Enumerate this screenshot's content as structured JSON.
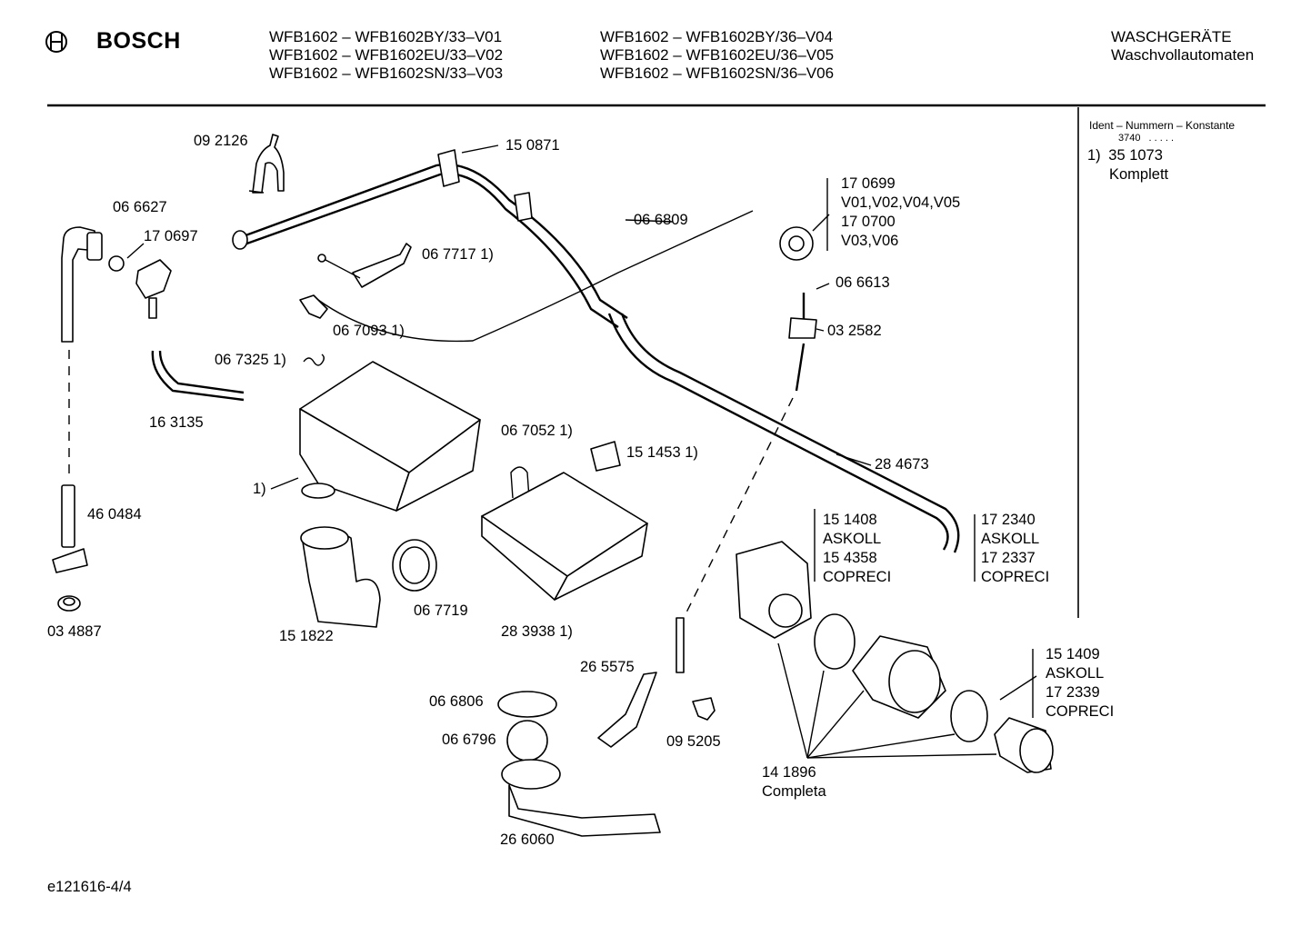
{
  "header": {
    "brand": "BOSCH",
    "models_col1": [
      "WFB1602 – WFB1602BY/33–V01",
      "WFB1602 – WFB1602EU/33–V02",
      "WFB1602 – WFB1602SN/33–V03"
    ],
    "models_col2": [
      "WFB1602 – WFB1602BY/36–V04",
      "WFB1602 – WFB1602EU/36–V05",
      "WFB1602 – WFB1602SN/36–V06"
    ],
    "category": "WASCHGERÄTE",
    "subcategory": "Waschvollautomaten"
  },
  "ident_box": {
    "title": "Ident – Nummern – Konstante",
    "constant": "3740",
    "dots": ". . . . .",
    "note_marker": "1)",
    "note_number": "35 1073",
    "note_text": "Komplett"
  },
  "labels": {
    "p092126": "09 2126",
    "p150871": "15 0871",
    "p066627": "06 6627",
    "p170697": "17 0697",
    "p066809": "06 6809",
    "p067717": "06 7717 1)",
    "p067093": "06 7093 1)",
    "p067325": "06 7325 1)",
    "p163135": "16 3135",
    "p1": "1)",
    "p460484": "46 0484",
    "p034887": "03 4887",
    "p151822": "15 1822",
    "p067719": "06 7719",
    "p067052": "06 7052 1)",
    "p151453": "15 1453 1)",
    "p283938": "28 3938 1)",
    "p170699_a": "17 0699",
    "p170699_b": "V01,V02,V04,V05",
    "p170699_c": "17 0700",
    "p170699_d": "V03,V06",
    "p066613": "06 6613",
    "p032582": "03 2582",
    "p284673": "28 4673",
    "p151408_a": "15 1408",
    "p151408_b": "ASKOLL",
    "p151408_c": "15 4358",
    "p151408_d": "COPRECI",
    "p172340_a": "17 2340",
    "p172340_b": "ASKOLL",
    "p172340_c": "17 2337",
    "p172340_d": "COPRECI",
    "p151409_a": "15 1409",
    "p151409_b": "ASKOLL",
    "p151409_c": "17 2339",
    "p151409_d": "COPRECI",
    "p265575": "26 5575",
    "p066806": "06 6806",
    "p066796": "06 6796",
    "p095205": "09 5205",
    "p141896_a": "14 1896",
    "p141896_b": "Completa",
    "p266060": "26 6060"
  },
  "footer": {
    "doc_id": "e121616-4/4"
  }
}
